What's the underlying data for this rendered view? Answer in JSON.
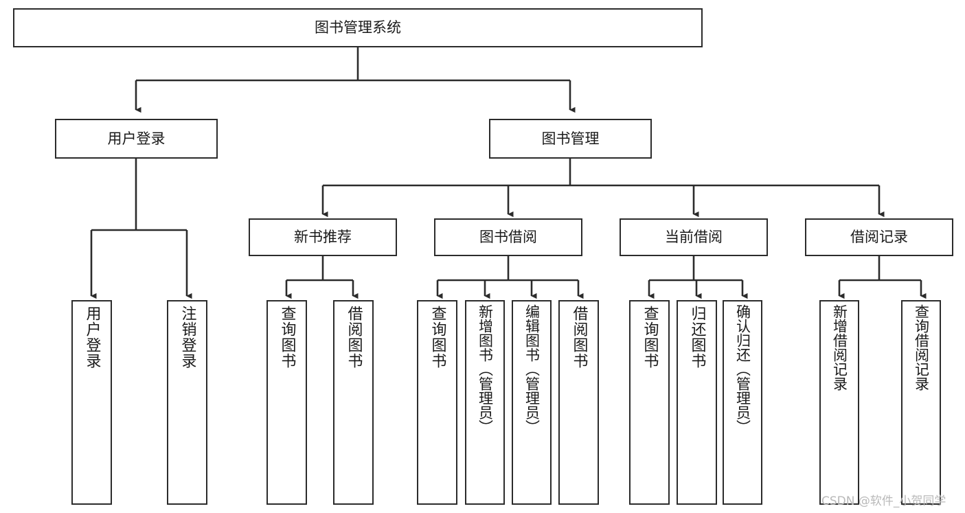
{
  "diagram": {
    "type": "tree",
    "title": "图书管理系统",
    "watermark": "CSDN @软件_小贺同学",
    "colors": {
      "border": "#2b2b2b",
      "text": "#1a1a1a",
      "background": "#ffffff",
      "connector": "#2b2b2b",
      "watermark": "#b9b9b9"
    },
    "nodes": {
      "root": {
        "label": "图书管理系统"
      },
      "level1": [
        {
          "id": "user-login",
          "label": "用户登录"
        },
        {
          "id": "book-management",
          "label": "图书管理"
        }
      ],
      "level2": [
        {
          "id": "new-book-recommend",
          "label": "新书推荐"
        },
        {
          "id": "book-borrow",
          "label": "图书借阅"
        },
        {
          "id": "current-borrow",
          "label": "当前借阅"
        },
        {
          "id": "borrow-record",
          "label": "借阅记录"
        }
      ],
      "leaves": {
        "user-login": [
          {
            "id": "leaf-user-login",
            "label": "用户登录"
          },
          {
            "id": "leaf-logout-login",
            "label": "注销登录"
          }
        ],
        "new-book-recommend": [
          {
            "id": "leaf-query-book-1",
            "label": "查询图书"
          },
          {
            "id": "leaf-borrow-book-1",
            "label": "借阅图书"
          }
        ],
        "book-borrow": [
          {
            "id": "leaf-query-book-2",
            "label": "查询图书"
          },
          {
            "id": "leaf-add-book-admin",
            "label": "新增图书（管理员）"
          },
          {
            "id": "leaf-edit-book-admin",
            "label": "编辑图书（管理员）"
          },
          {
            "id": "leaf-borrow-book-2",
            "label": "借阅图书"
          }
        ],
        "current-borrow": [
          {
            "id": "leaf-query-book-3",
            "label": "查询图书"
          },
          {
            "id": "leaf-return-book",
            "label": "归还图书"
          },
          {
            "id": "leaf-confirm-return-admin",
            "label": "确认归还（管理员）"
          }
        ],
        "borrow-record": [
          {
            "id": "leaf-add-borrow-record",
            "label": "新增借阅记录"
          },
          {
            "id": "leaf-query-borrow-record",
            "label": "查询借阅记录"
          }
        ]
      }
    }
  }
}
